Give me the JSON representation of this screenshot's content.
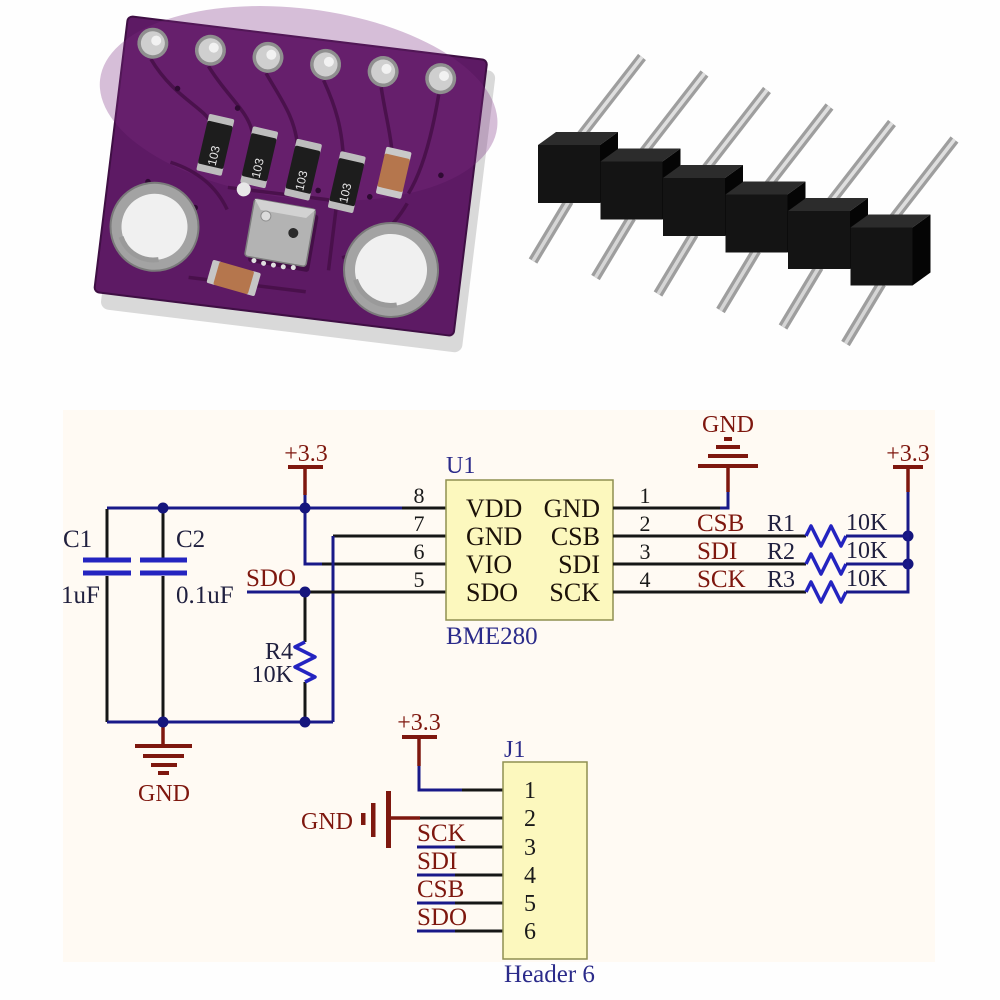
{
  "colors": {
    "wire_blue": "#191989",
    "component_blue": "#2424c0",
    "net_label_red": "#7e170e",
    "refdes_navy": "#2b2b8a",
    "ic_fill_yellow": "#fcf8be",
    "schematic_background": "#fffaf3",
    "pcb_purple": "#5d1a64"
  },
  "photos": {
    "module": {
      "resistor_marking": "103"
    }
  },
  "schematic": {
    "power_rails": {
      "left": "+3.3",
      "right": "+3.3",
      "bottom": "+3.3"
    },
    "grounds": {
      "top_right": "GND",
      "bottom_left": "GND",
      "j1": "GND"
    },
    "capacitors": [
      {
        "ref": "C1",
        "value": "1uF"
      },
      {
        "ref": "C2",
        "value": "0.1uF"
      }
    ],
    "r4": {
      "ref": "R4",
      "value": "10K"
    },
    "sdo_net": "SDO",
    "u1": {
      "ref": "U1",
      "part": "BME280",
      "left_pins": [
        {
          "num": "8",
          "name": "VDD"
        },
        {
          "num": "7",
          "name": "GND"
        },
        {
          "num": "6",
          "name": "VIO"
        },
        {
          "num": "5",
          "name": "SDO"
        }
      ],
      "right_pins": [
        {
          "num": "1",
          "name": "GND"
        },
        {
          "num": "2",
          "name": "CSB"
        },
        {
          "num": "3",
          "name": "SDI"
        },
        {
          "num": "4",
          "name": "SCK"
        }
      ]
    },
    "pullups": [
      {
        "ref": "R1",
        "value": "10K",
        "net": "CSB"
      },
      {
        "ref": "R2",
        "value": "10K",
        "net": "SDI"
      },
      {
        "ref": "R3",
        "value": "10K",
        "net": "SCK"
      }
    ],
    "j1": {
      "ref": "J1",
      "part": "Header 6",
      "pins": [
        "1",
        "2",
        "3",
        "4",
        "5",
        "6"
      ],
      "nets": [
        "SCK",
        "SDI",
        "CSB",
        "SDO"
      ]
    }
  }
}
